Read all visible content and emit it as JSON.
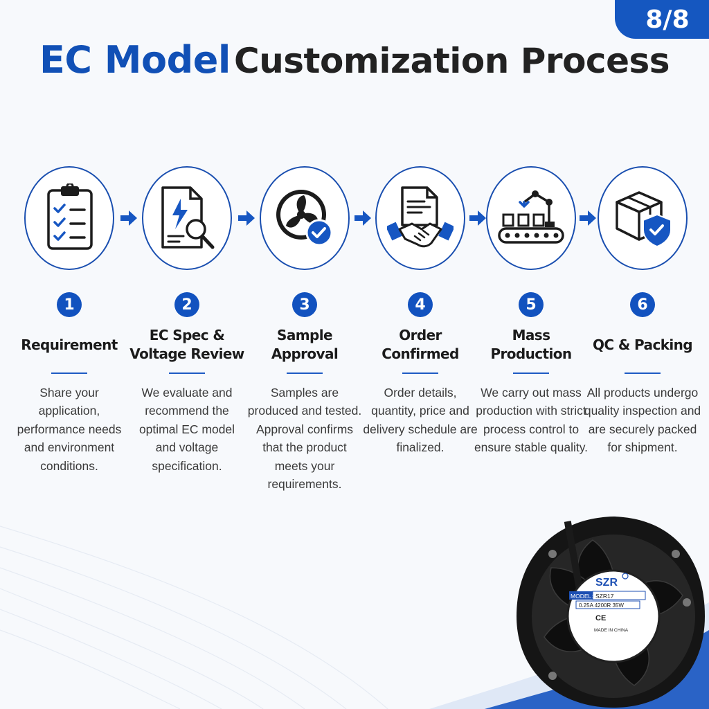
{
  "page": {
    "indicator": "8/8"
  },
  "title": {
    "highlight": "EC Model",
    "rest": "Customization Process"
  },
  "colors": {
    "primary": "#1252bf",
    "dark": "#1c1c1c",
    "background": "#f7f9fc"
  },
  "steps": [
    {
      "number": "1",
      "title": "Requirement",
      "icon": "clipboard-checklist-icon",
      "description": "Share your application, performance needs and environment conditions."
    },
    {
      "number": "2",
      "title": "EC Spec & Voltage Review",
      "icon": "document-analysis-icon",
      "description": "We evaluate and recommend the optimal EC model and voltage specification."
    },
    {
      "number": "3",
      "title": "Sample Approval",
      "icon": "fan-check-icon",
      "description": "Samples are produced and tested. Approval confirms that the product meets your requirements."
    },
    {
      "number": "4",
      "title": "Order Confirmed",
      "icon": "handshake-document-icon",
      "description": "Order details, quantity, price and delivery schedule are finalized."
    },
    {
      "number": "5",
      "title": "Mass Production",
      "icon": "robot-arm-conveyor-icon",
      "description": "We carry out mass production with strict process control to ensure stable quality."
    },
    {
      "number": "6",
      "title": "QC & Packing",
      "icon": "box-shield-icon",
      "description": "All products undergo quality inspection and are securely packed for shipment."
    }
  ],
  "product_label": {
    "brand": "SZR",
    "model_prefix": "MODEL:",
    "model": "SZR17",
    "rating": "0.25A 4200R 35W",
    "origin": "MADE IN CHINA"
  }
}
